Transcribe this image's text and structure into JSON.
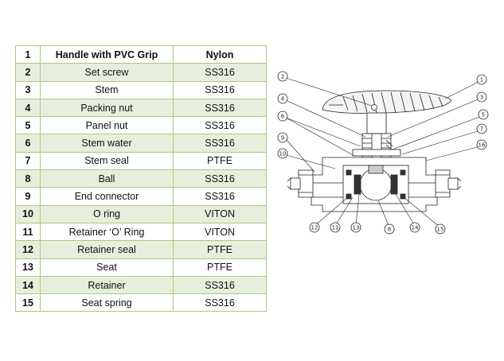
{
  "table": {
    "header": {
      "num": "1",
      "part": "Handle with PVC Grip",
      "material": "Nylon"
    },
    "rows": [
      {
        "num": "2",
        "part": "Set screw",
        "material": "SS316"
      },
      {
        "num": "3",
        "part": "Stem",
        "material": "SS316"
      },
      {
        "num": "4",
        "part": "Packing nut",
        "material": "SS316"
      },
      {
        "num": "5",
        "part": "Panel nut",
        "material": "SS316"
      },
      {
        "num": "6",
        "part": "Stem water",
        "material": "SS316"
      },
      {
        "num": "7",
        "part": "Stem seal",
        "material": "PTFE"
      },
      {
        "num": "8",
        "part": "Ball",
        "material": "SS316"
      },
      {
        "num": "9",
        "part": "End connector",
        "material": "SS316"
      },
      {
        "num": "10",
        "part": "O ring",
        "material": "VITON"
      },
      {
        "num": "11",
        "part": "Retainer ‘O’ Ring",
        "material": "VITON"
      },
      {
        "num": "12",
        "part": "Retainer seal",
        "material": "PTFE"
      },
      {
        "num": "13",
        "part": "Seat",
        "material": "PTFE"
      },
      {
        "num": "14",
        "part": "Retainer",
        "material": "SS316"
      },
      {
        "num": "15",
        "part": "Seat spring",
        "material": "SS316"
      }
    ]
  },
  "diagram": {
    "callouts": [
      "1",
      "2",
      "3",
      "4",
      "5",
      "6",
      "7",
      "8",
      "9",
      "10",
      "11",
      "12",
      "13",
      "14",
      "15",
      "16"
    ]
  },
  "colors": {
    "border": "#a9c983",
    "shade": "#e7efdc",
    "line": "#222222"
  }
}
